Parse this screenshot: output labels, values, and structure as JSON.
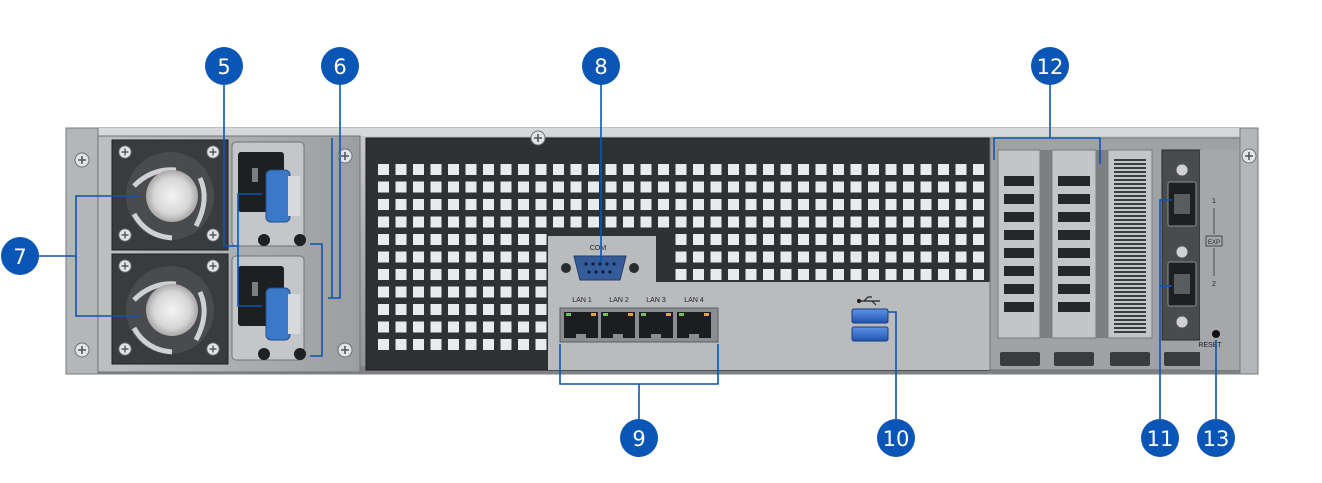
{
  "figure": {
    "port_labels": {
      "com": "COM",
      "lan": [
        "LAN 1",
        "LAN 2",
        "LAN 3",
        "LAN 4"
      ],
      "exp": "EXP",
      "exp_port_1": "1",
      "exp_port_2": "2",
      "reset": "RESET"
    },
    "callouts": [
      "5",
      "6",
      "7",
      "8",
      "9",
      "10",
      "11",
      "12",
      "13"
    ],
    "colors": {
      "callout": "#0a56b6",
      "leader": "#0a56b6",
      "chassis": "#a7a9ab",
      "panel_dark": "#2a2a2c",
      "usb_port": "#2f6bd0",
      "psu_lever": "#3b78c7"
    },
    "icons": [
      "usb-icon",
      "fan-icon",
      "screw-icon",
      "power-socket-icon",
      "db9-serial-icon",
      "rj45-icon",
      "sff-connector-icon"
    ]
  }
}
